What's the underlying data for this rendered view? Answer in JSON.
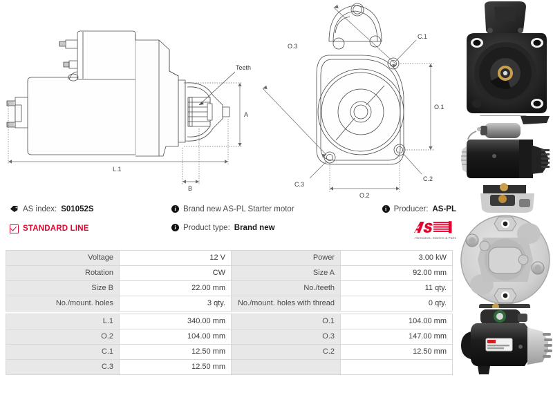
{
  "product": {
    "as_index_label": "AS index:",
    "as_index_value": "S01052S",
    "line_badge": "STANDARD LINE",
    "description": "Brand new AS-PL Starter motor",
    "product_type_label": "Product type:",
    "product_type_value": "Brand new",
    "producer_label": "Producer:",
    "producer_value": "AS-PL",
    "brand_logo_text": "AS",
    "brand_logo_tagline": "Alternators, Starters & Parts"
  },
  "colors": {
    "brand_red": "#e4032e",
    "label_bg": "#e8e8e8",
    "border": "#d8d8d8",
    "text": "#4a4a4a"
  },
  "drawings": {
    "side_view": {
      "labels": {
        "teeth": "Teeth",
        "dim_a": "A",
        "dim_b": "B",
        "dim_l1": "L.1"
      }
    },
    "front_view": {
      "labels": {
        "o1": "O.1",
        "o2": "O.2",
        "o3": "O.3",
        "c1": "C.1",
        "c2": "C.2",
        "c3": "C.3"
      }
    }
  },
  "spec_table": {
    "rows": [
      {
        "label_left": "Voltage",
        "value_left": "12 V",
        "label_right": "Power",
        "value_right": "3.00 kW"
      },
      {
        "label_left": "Rotation",
        "value_left": "CW",
        "label_right": "Size A",
        "value_right": "92.00 mm"
      },
      {
        "label_left": "Size B",
        "value_left": "22.00 mm",
        "label_right": "No./teeth",
        "value_right": "11 qty."
      },
      {
        "label_left": "No./mount. holes",
        "value_left": "3 qty.",
        "label_right": "No./mount. holes with thread",
        "value_right": "0 qty."
      }
    ],
    "rows2": [
      {
        "label_left": "L.1",
        "value_left": "340.00 mm",
        "label_right": "O.1",
        "value_right": "104.00 mm"
      },
      {
        "label_left": "O.2",
        "value_left": "104.00 mm",
        "label_right": "O.3",
        "value_right": "147.00 mm"
      },
      {
        "label_left": "C.1",
        "value_left": "12.50 mm",
        "label_right": "C.2",
        "value_right": "12.50 mm"
      },
      {
        "label_left": "C.3",
        "value_left": "12.50 mm",
        "label_right": "",
        "value_right": ""
      }
    ]
  },
  "photos": [
    {
      "name": "starter-front-drive-end-photo"
    },
    {
      "name": "starter-side-view-photo"
    },
    {
      "name": "starter-mounting-flange-photo"
    },
    {
      "name": "starter-angled-view-photo"
    }
  ]
}
